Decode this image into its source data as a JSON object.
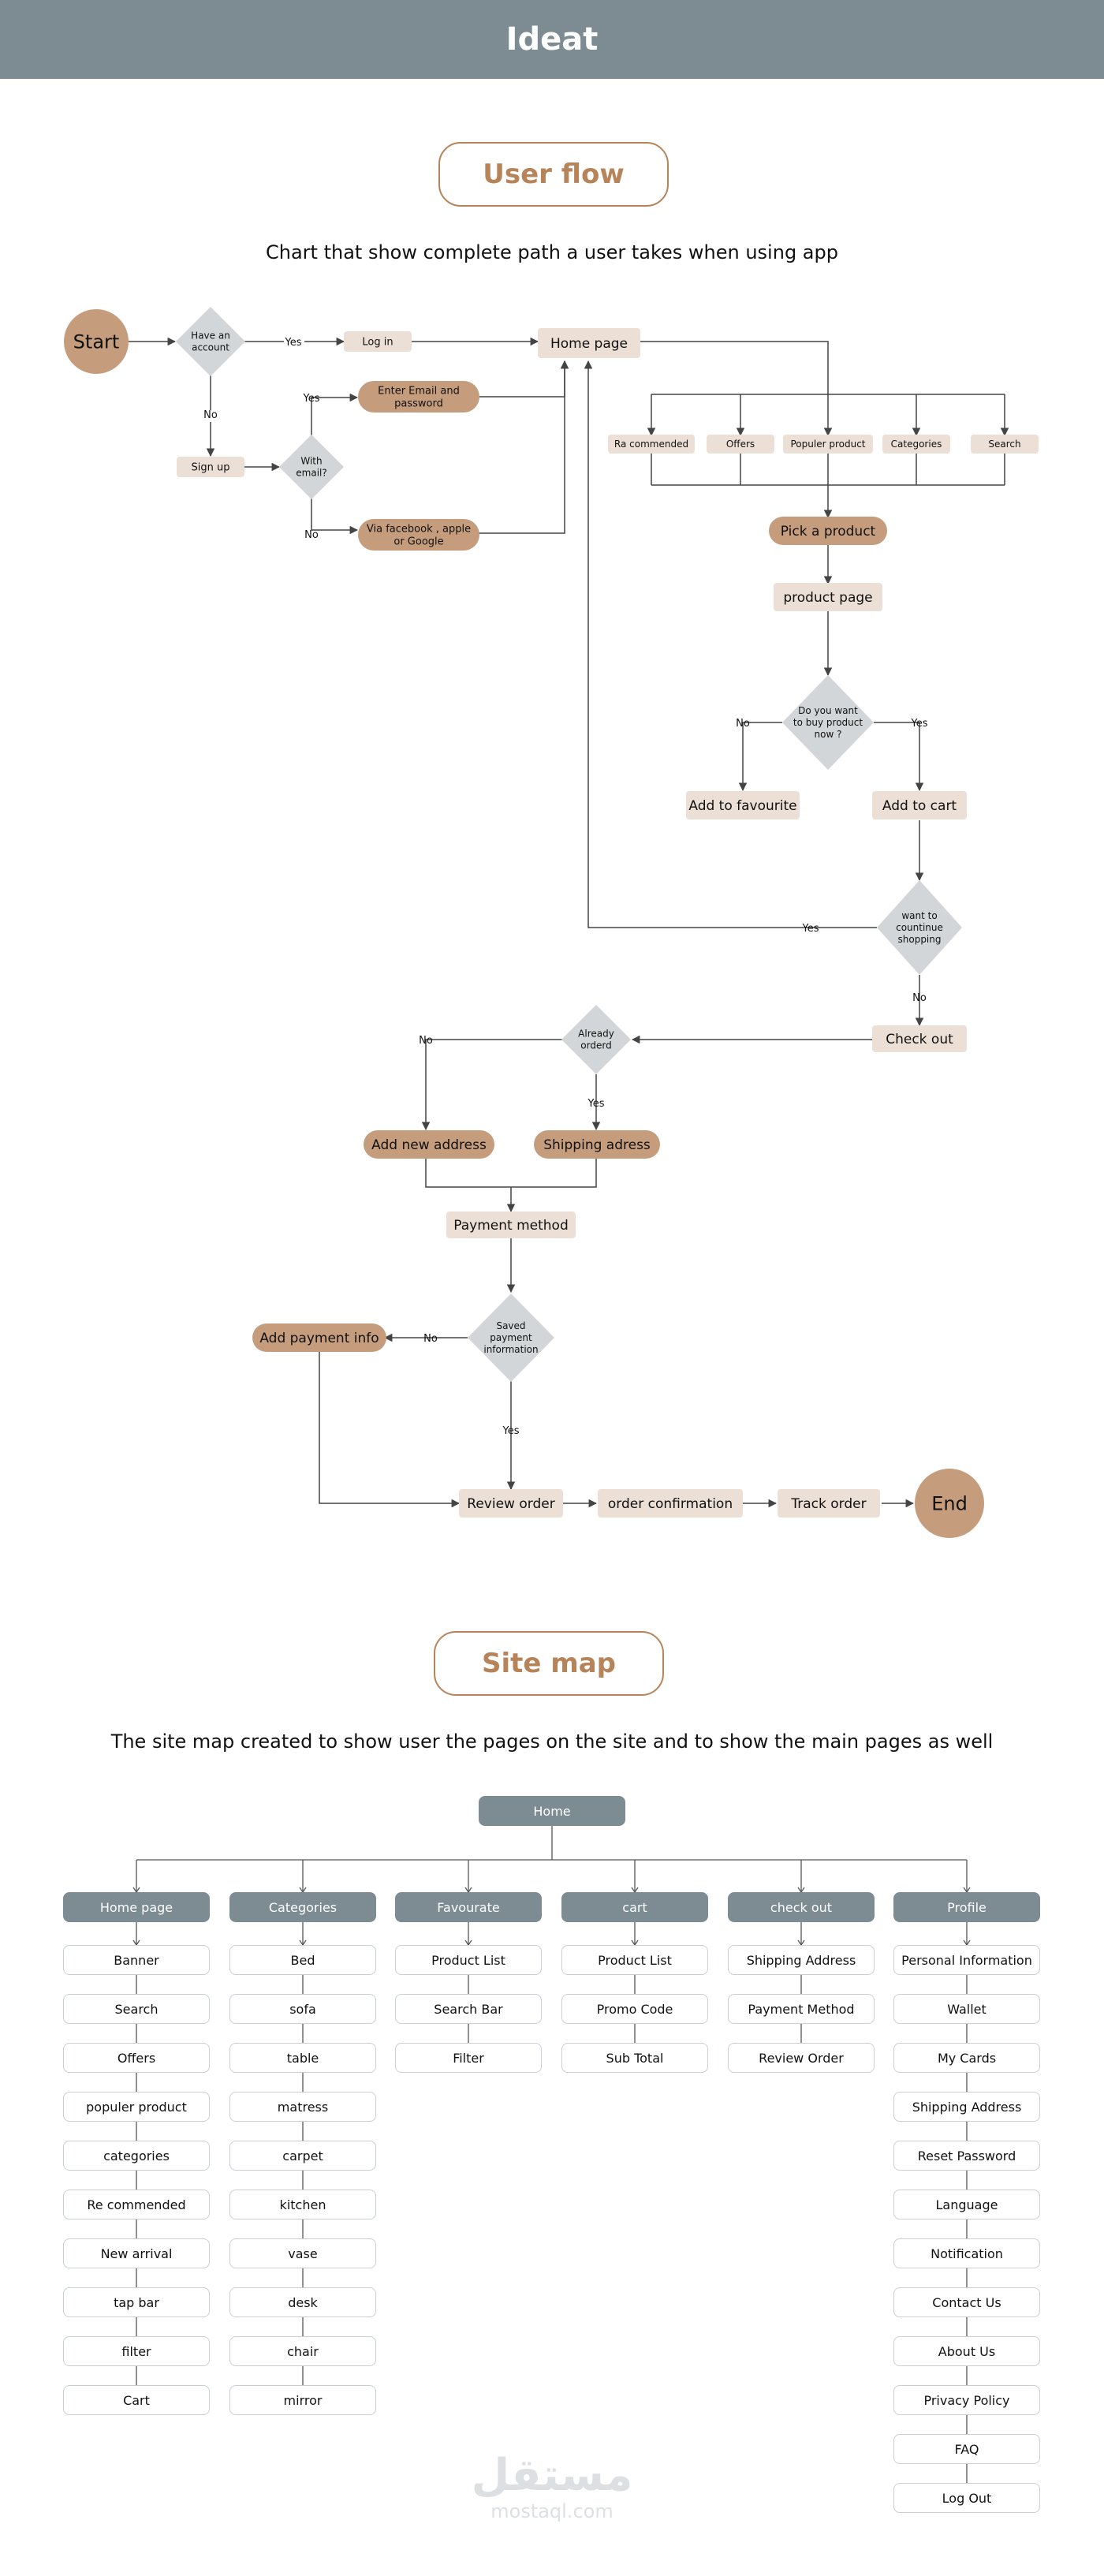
{
  "header": {
    "title": "Ideat"
  },
  "userflow": {
    "title": "User flow",
    "subtitle": "Chart that show complete path a user takes when using app",
    "nodes": {
      "start": "Start",
      "have_account": [
        "Have an",
        "account"
      ],
      "log_in": "Log in",
      "home_page": "Home page",
      "sign_up": "Sign up",
      "with_email": [
        "With",
        "email?"
      ],
      "enter_email": [
        "Enter Email and",
        "password"
      ],
      "via_social": [
        "Via facebook , apple",
        "or Google"
      ],
      "recommended": "Ra commended",
      "offers": "Offers",
      "populer_product": "Populer product",
      "categories": "Categories",
      "search": "Search",
      "pick_product": "Pick a product",
      "product_page": "product page",
      "buy_now": [
        "Do you want",
        "to buy product",
        "now ?"
      ],
      "add_favourite": "Add to favourite",
      "add_cart": "Add to cart",
      "continue_shopping": [
        "want to",
        "countinue",
        "shopping"
      ],
      "check_out": "Check out",
      "already_ordered": [
        "Already",
        "orderd"
      ],
      "add_new_address": "Add new address",
      "shipping_address": "Shipping adress",
      "payment_method": "Payment method",
      "saved_payment": [
        "Saved",
        "payment",
        "information"
      ],
      "add_payment_info": "Add payment info",
      "review_order": "Review order",
      "order_confirmation": "order confirmation",
      "track_order": "Track order",
      "end": "End"
    },
    "labels": {
      "yes": "Yes",
      "no": "No"
    }
  },
  "sitemap": {
    "title": "Site map",
    "subtitle": "The site map created to show user the pages on the site and to show the main pages as well",
    "root": "Home",
    "columns": [
      {
        "head": "Home page",
        "items": [
          "Banner",
          "Search",
          "Offers",
          "populer product",
          "categories",
          "Re commended",
          "New arrival",
          "tap bar",
          "filter",
          "Cart"
        ]
      },
      {
        "head": "Categories",
        "items": [
          "Bed",
          "sofa",
          "table",
          "matress",
          "carpet",
          "kitchen",
          "vase",
          "desk",
          "chair",
          "mirror"
        ]
      },
      {
        "head": "Favourate",
        "items": [
          "Product List",
          "Search Bar",
          "Filter"
        ]
      },
      {
        "head": "cart",
        "items": [
          "Product List",
          "Promo Code",
          "Sub Total"
        ]
      },
      {
        "head": "check out",
        "items": [
          "Shipping Address",
          "Payment Method",
          "Review Order"
        ]
      },
      {
        "head": "Profile",
        "items": [
          "Personal Information",
          "Wallet",
          "My Cards",
          "Shipping Address",
          "Reset Password",
          "Language",
          "Notification",
          "Contact Us",
          "About Us",
          "Privacy Policy",
          "FAQ",
          "Log Out"
        ]
      }
    ]
  },
  "watermark": {
    "arabic": "مستقل",
    "latin": "mostaql.com"
  },
  "colors": {
    "header": "#7d8b92",
    "accent": "#b7845a",
    "node_brown": "#c59d7d",
    "node_beige": "#ece0d6",
    "diamond": "#d3d6d8",
    "line": "#444444"
  }
}
